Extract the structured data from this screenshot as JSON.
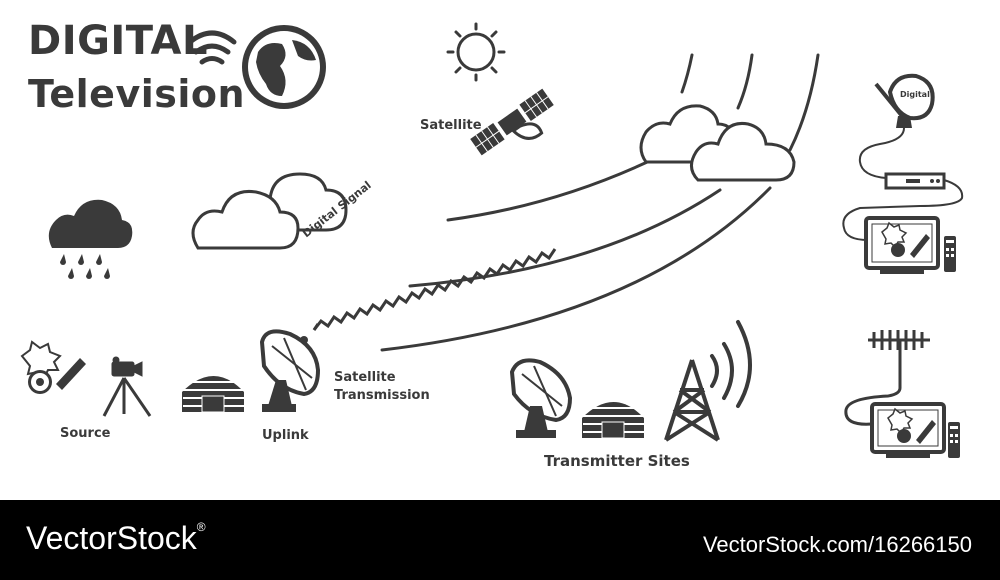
{
  "title": {
    "line1": "DIGITAL",
    "line2": "Television"
  },
  "labels": {
    "satellite": "Satellite",
    "digital_signal": "Digital Signal",
    "satellite_transmission_1": "Satellite",
    "satellite_transmission_2": "Transmission",
    "source": "Source",
    "uplink": "Uplink",
    "transmitter_sites": "Transmitter Sites",
    "dish_badge": "Digital"
  },
  "watermark": {
    "brand": "VectorStock",
    "registered": "®",
    "url": "VectorStock.com/16266150"
  },
  "colors": {
    "icon": "#3a3a3a",
    "footer": "#000000",
    "footer_text": "#ffffff"
  },
  "icons": [
    "wifi-icon",
    "globe-icon",
    "sun-icon",
    "satellite-icon",
    "cloud-icon",
    "rain-cloud-icon",
    "explosion-ball-icon",
    "video-camera-tripod-icon",
    "hangar-icon",
    "satellite-dish-icon",
    "transmission-tower-icon",
    "set-top-box-icon",
    "tv-icon",
    "remote-control-icon",
    "antenna-icon"
  ]
}
